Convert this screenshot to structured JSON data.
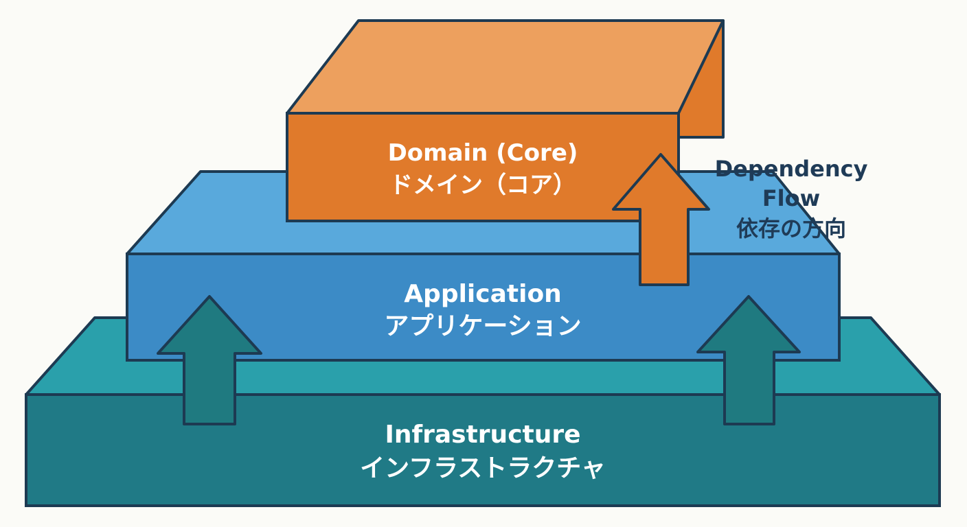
{
  "layers": {
    "infrastructure": {
      "name_en": "Infrastructure",
      "name_ja": "インフラストラクチャ",
      "color_front": "#207a86",
      "color_top": "#2aa0ab"
    },
    "application": {
      "name_en": "Application",
      "name_ja": "アプリケーション",
      "color_front": "#3c8bc6",
      "color_top": "#59a9dc"
    },
    "domain": {
      "name_en": "Domain (Core)",
      "name_ja": "ドメイン（コア）",
      "color_front": "#e07a2b",
      "color_top": "#eda05e"
    }
  },
  "dependency_flow": {
    "line1": "Dependency",
    "line2": "Flow",
    "line3": "依存の方向"
  },
  "colors": {
    "outline": "#1d3a52",
    "arrow_teal": "#1f7a80",
    "arrow_orange": "#e07a2b",
    "background": "#fbfbf7"
  }
}
